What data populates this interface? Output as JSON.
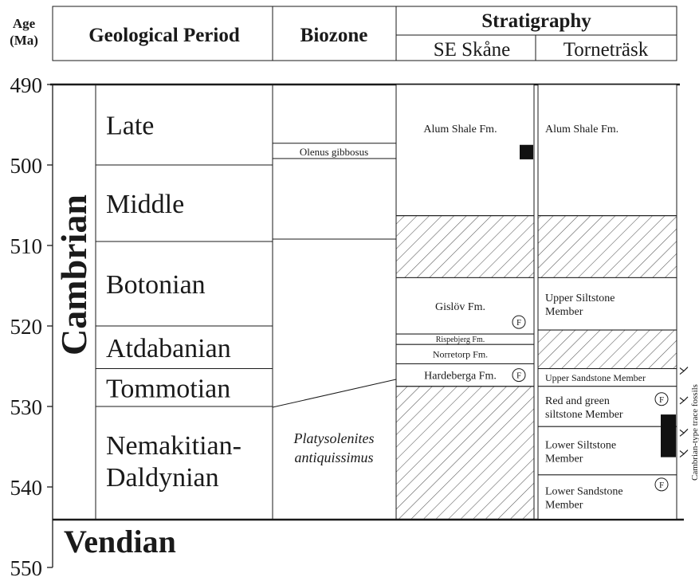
{
  "header": {
    "age_label_line1": "Age",
    "age_label_line2": "(Ma)",
    "period_column": "Geological Period",
    "biozone_column": "Biozone",
    "stratigraphy_column": "Stratigraphy",
    "section_1": "SE Skåne",
    "section_2": "Torneträsk"
  },
  "age_axis": {
    "ticks": [
      "490",
      "500",
      "510",
      "520",
      "530",
      "540",
      "550"
    ]
  },
  "periods": {
    "system_cambrian": "Cambrian",
    "system_vendian": "Vendian",
    "series": [
      {
        "line1": "Late",
        "line2": "",
        "from_ma": 490,
        "to_ma": 500
      },
      {
        "line1": "Middle",
        "line2": "",
        "from_ma": 500,
        "to_ma": 509.5
      },
      {
        "line1": "Botonian",
        "line2": "",
        "from_ma": 509.5,
        "to_ma": 520
      },
      {
        "line1": "Atdabanian",
        "line2": "",
        "from_ma": 520,
        "to_ma": 525.3
      },
      {
        "line1": "Tommotian",
        "line2": "",
        "from_ma": 525.3,
        "to_ma": 530
      },
      {
        "line1": "Nemakitian-",
        "line2": "Daldynian",
        "from_ma": 530,
        "to_ma": 544
      }
    ]
  },
  "biozones": {
    "olenus": {
      "label": "Olenus gibbosus",
      "from_ma": 497.3,
      "to_ma": 499.2
    },
    "platysolenites_line1": "Platysolenites",
    "platysolenites_line2": "antiquissimus"
  },
  "se_skane": {
    "units": [
      {
        "line1": "Alum Shale Fm.",
        "line2": "",
        "from_ma": 490,
        "to_ma": 506.3,
        "fossil": false,
        "hatched": false
      },
      {
        "line1": "",
        "line2": "",
        "from_ma": 506.3,
        "to_ma": 514,
        "fossil": false,
        "hatched": true
      },
      {
        "line1": "Gislöv Fm.",
        "line2": "",
        "from_ma": 514,
        "to_ma": 521,
        "fossil": true,
        "hatched": false
      },
      {
        "line1": "Rispebjerg Fm.",
        "line2": "",
        "from_ma": 521,
        "to_ma": 522.3,
        "fossil": false,
        "hatched": false
      },
      {
        "line1": "Norretorp Fm.",
        "line2": "",
        "from_ma": 522.3,
        "to_ma": 524.7,
        "fossil": false,
        "hatched": false
      },
      {
        "line1": "Hardeberga Fm.",
        "line2": "",
        "from_ma": 524.7,
        "to_ma": 527.5,
        "fossil": true,
        "hatched": false
      },
      {
        "line1": "",
        "line2": "",
        "from_ma": 527.5,
        "to_ma": 544,
        "fossil": false,
        "hatched": true
      }
    ],
    "marker": {
      "from_ma": 497.5,
      "to_ma": 499.3
    }
  },
  "tornetrask": {
    "units": [
      {
        "line1": "Alum Shale Fm.",
        "line2": "",
        "from_ma": 490,
        "to_ma": 506.3,
        "fossil": false,
        "hatched": false
      },
      {
        "line1": "",
        "line2": "",
        "from_ma": 506.3,
        "to_ma": 514,
        "fossil": false,
        "hatched": true
      },
      {
        "line1": "Upper Siltstone",
        "line2": "Member",
        "from_ma": 514,
        "to_ma": 520.5,
        "fossil": false,
        "hatched": false
      },
      {
        "line1": "",
        "line2": "",
        "from_ma": 520.5,
        "to_ma": 525.3,
        "fossil": false,
        "hatched": true
      },
      {
        "line1": "Upper Sandstone Member",
        "line2": "",
        "from_ma": 525.3,
        "to_ma": 527.5,
        "fossil": false,
        "hatched": false
      },
      {
        "line1": "Red and green",
        "line2": "siltstone Member",
        "from_ma": 527.5,
        "to_ma": 532.5,
        "fossil": true,
        "hatched": false
      },
      {
        "line1": "Lower Siltstone",
        "line2": "Member",
        "from_ma": 532.5,
        "to_ma": 538.5,
        "fossil": false,
        "hatched": false
      },
      {
        "line1": "Lower Sandstone",
        "line2": "Member",
        "from_ma": 538.5,
        "to_ma": 544,
        "fossil": true,
        "hatched": false
      }
    ],
    "marker": {
      "from_ma": 531,
      "to_ma": 536.3
    },
    "trace_fossil_ages": [
      525.6,
      529.3,
      533.3,
      535.9
    ],
    "trace_fossils_label": "Cambrian-type trace fossils"
  },
  "fossil_symbol": "F",
  "colors": {
    "ink": "#1a1a1a",
    "hatch": "#555555",
    "marker": "#111111"
  }
}
